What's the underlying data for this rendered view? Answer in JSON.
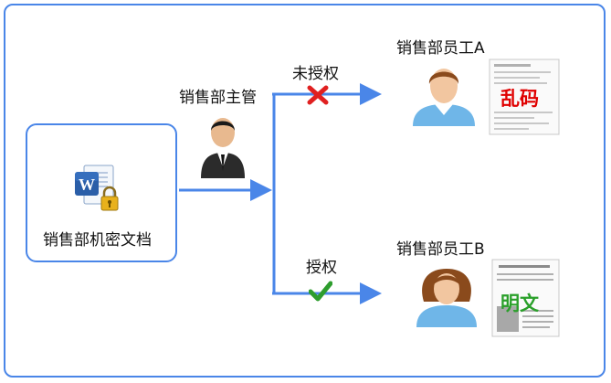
{
  "manager_label": "销售部主管",
  "document_label": "销售部机密文档",
  "unauthorized_label": "未授权",
  "authorized_label": "授权",
  "employee_a_label": "销售部员工A",
  "employee_b_label": "销售部员工B",
  "garbled_stamp": "乱码",
  "plaintext_stamp": "明文",
  "colors": {
    "frame": "#4a86e8",
    "arrow": "#4a86e8",
    "cross": "#e02020",
    "check": "#2e9d2e",
    "garbled_text": "#e00000",
    "plaintext_text": "#2aa02a"
  },
  "icons": [
    "word-document-lock-icon",
    "manager-person-icon",
    "employee-male-icon",
    "employee-female-icon",
    "garbled-document-icon",
    "plaintext-document-icon",
    "cross-icon",
    "check-icon"
  ]
}
